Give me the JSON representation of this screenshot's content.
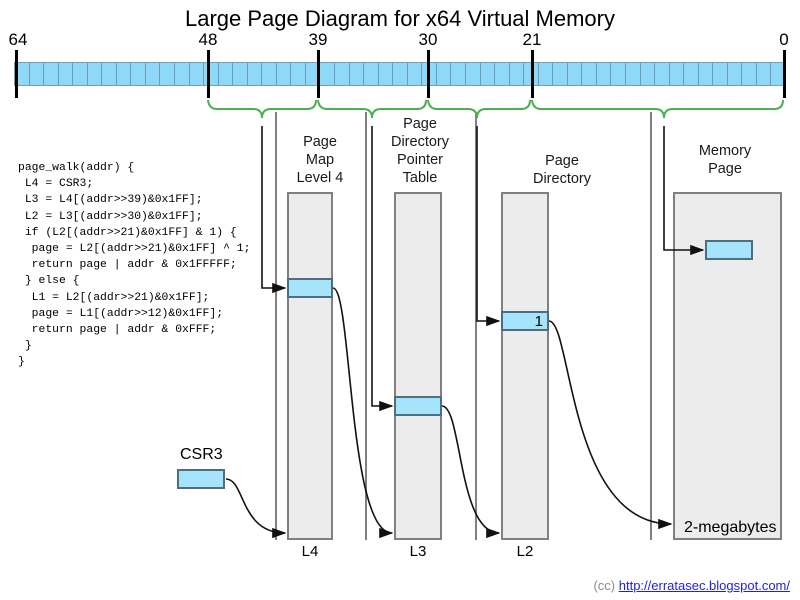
{
  "title": "Large Page Diagram for x64 Virtual Memory",
  "ruler": {
    "name": "bit-ruler",
    "total_bits": 64,
    "cell_count": 53,
    "ticks": [
      {
        "label": "64",
        "bit": 64
      },
      {
        "label": "48",
        "bit": 48
      },
      {
        "label": "39",
        "bit": 39
      },
      {
        "label": "30",
        "bit": 30
      },
      {
        "label": "21",
        "bit": 21
      },
      {
        "label": "0",
        "bit": 0
      }
    ]
  },
  "braces": [
    {
      "name": "brace-sign-extend",
      "from_bit": 64,
      "to_bit": 48
    },
    {
      "name": "brace-pml4-index",
      "from_bit": 48,
      "to_bit": 39
    },
    {
      "name": "brace-pdpt-index",
      "from_bit": 39,
      "to_bit": 30
    },
    {
      "name": "brace-pd-index",
      "from_bit": 30,
      "to_bit": 21
    },
    {
      "name": "brace-page-offset",
      "from_bit": 21,
      "to_bit": 0
    }
  ],
  "columns": [
    {
      "id": "pml4",
      "heading": "Page\nMap\nLevel 4",
      "bottom_label": "L4",
      "entry_value": ""
    },
    {
      "id": "pdpt",
      "heading": "Page\nDirectory\nPointer\nTable",
      "bottom_label": "L3",
      "entry_value": ""
    },
    {
      "id": "pd",
      "heading": "Page\nDirectory",
      "bottom_label": "L2",
      "entry_value": "1"
    },
    {
      "id": "memory_page",
      "heading": "Memory\nPage",
      "bottom_label": "2-megabytes",
      "entry_value": ""
    }
  ],
  "csr3": {
    "label": "CSR3",
    "name": "csr3-register"
  },
  "code": "page_walk(addr) {\n L4 = CSR3;\n L3 = L4[(addr>>39)&0x1FF];\n L2 = L3[(addr>>30)&0x1FF];\n if (L2[(addr>>21)&0x1FF] & 1) {\n  page = L2[(addr>>21)&0x1FF] ^ 1;\n  return page | addr & 0x1FFFFF;\n } else {\n  L1 = L2[(addr>>21)&0x1FF];\n  page = L1[(addr>>12)&0x1FF];\n  return page | addr & 0xFFF;\n }\n}",
  "footer": {
    "cc": "(cc)",
    "link_text": "http://erratasec.blogspot.com/"
  },
  "colors": {
    "ruler_fill": "#8ed8f8",
    "entry_fill": "#a5e4fb",
    "table_fill": "#ececec",
    "brace_green": "#4caf50",
    "link_blue": "#2222dd",
    "separator_gray": "#808080"
  }
}
